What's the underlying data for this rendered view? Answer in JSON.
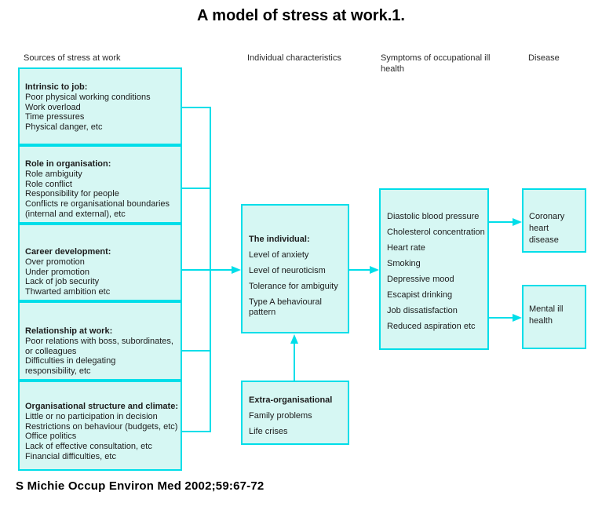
{
  "title": "A model of stress at work.1.",
  "citation": "S Michie Occup Environ Med 2002;59:67-72",
  "colors": {
    "accent": "#00dee9",
    "box_fill": "#d6f7f3"
  },
  "column_headers": {
    "sources": "Sources of stress at work",
    "individual": "Individual characteristics",
    "symptoms": "Symptoms of occupational ill health",
    "disease": "Disease"
  },
  "source_boxes": [
    {
      "title": "Intrinsic to job:",
      "lines": [
        "Poor physical working conditions",
        "Work overload",
        "Time pressures",
        "Physical danger, etc"
      ]
    },
    {
      "title": "Role in organisation:",
      "lines": [
        "Role ambiguity",
        "Role conflict",
        "Responsibility for people",
        "Conflicts re organisational boundaries",
        "(internal and external), etc"
      ]
    },
    {
      "title": "Career development:",
      "lines": [
        "Over promotion",
        "Under promotion",
        "Lack of job security",
        "Thwarted ambition etc"
      ]
    },
    {
      "title": "Relationship at work:",
      "lines": [
        "Poor relations with boss, subordinates,",
        "or colleagues",
        "Difficulties in delegating",
        "responsibility, etc"
      ]
    },
    {
      "title": "Organisational structure and climate:",
      "lines": [
        "Little or no participation in decision",
        "Restrictions on behaviour (budgets, etc)",
        "Office politics",
        "Lack of effective consultation, etc",
        "Financial difficulties, etc"
      ]
    }
  ],
  "individual_box": {
    "title": "The individual:",
    "items": [
      "Level of anxiety",
      "Level of neuroticism",
      "Tolerance for ambiguity",
      "Type A behavioural pattern"
    ]
  },
  "extra_box": {
    "title": "Extra-organisational",
    "items": [
      "Family problems",
      "Life crises"
    ]
  },
  "symptoms_box": {
    "items": [
      "Diastolic blood pressure",
      "Cholesterol concentration",
      "Heart rate",
      "Smoking",
      "Depressive mood",
      "Escapist drinking",
      "Job dissatisfaction",
      "Reduced aspiration etc"
    ]
  },
  "disease_boxes": [
    {
      "label": "Coronary heart disease"
    },
    {
      "label": "Mental ill health"
    }
  ]
}
